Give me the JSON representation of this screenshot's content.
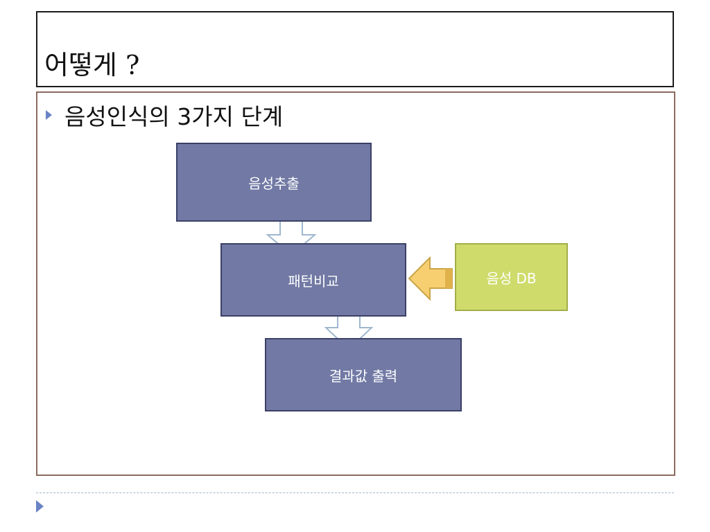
{
  "slide": {
    "title": "어떻게 ?",
    "bullet": "음성인식의 3가지 단계"
  },
  "diagram": {
    "nodes": {
      "extract": "음성추출",
      "compare": "패턴비교",
      "db": "음성 DB",
      "output": "결과값 출력"
    }
  },
  "colors": {
    "node_fill": "#7179a4",
    "node_border": "#3b4066",
    "db_fill": "#cfdc6c",
    "db_arrow": "#f7cf70",
    "bullet": "#6a84c4"
  }
}
